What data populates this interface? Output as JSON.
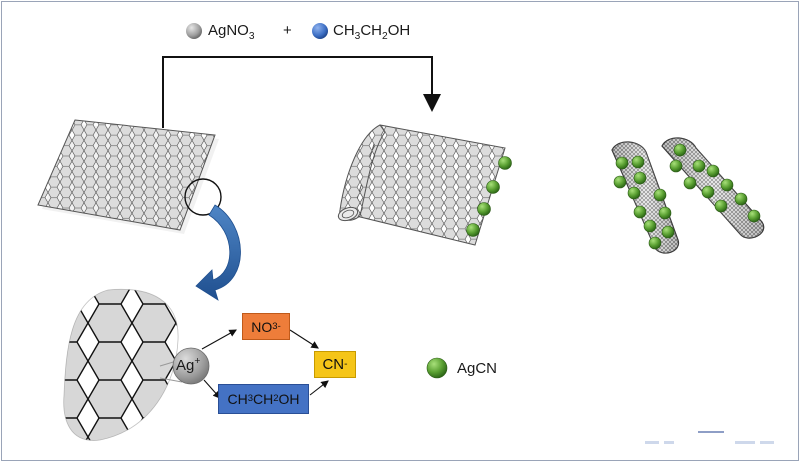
{
  "reagents": {
    "item1": {
      "text": "AgNO",
      "sub": "3",
      "marker_color": "#9e9e9e"
    },
    "plus": "+",
    "item2": {
      "p1": "CH",
      "s1": "3",
      "p2": "CH",
      "s2": "2",
      "p3": "OH",
      "marker_color": "#3d6fc4"
    }
  },
  "mechanism": {
    "ion": {
      "text": "Ag",
      "sup": "+"
    },
    "nitrate": {
      "text": "NO",
      "sub": "3",
      "sup": "-",
      "color": "#ee7d3a"
    },
    "ethanol": {
      "p1": "CH",
      "s1": "3",
      "p2": "CH",
      "s2": "2",
      "p3": "OH",
      "color": "#4472c4"
    },
    "cyanide": {
      "text": "CN",
      "sup": "-",
      "color": "#f5c518"
    }
  },
  "legend": {
    "label": "AgCN",
    "marker_color": "#5aa032"
  }
}
